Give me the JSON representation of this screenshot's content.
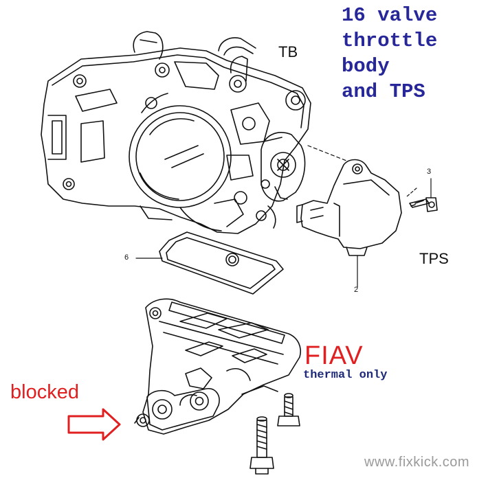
{
  "title_lines": [
    "16 valve",
    "throttle",
    "body",
    "and TPS"
  ],
  "labels": {
    "tb": "TB",
    "tps": "TPS",
    "fiav": "FIAV",
    "fiav_note": "thermal only",
    "blocked": "blocked"
  },
  "callouts": {
    "c2": "2",
    "c3": "3",
    "c6": "6"
  },
  "watermark": "www.fixkick.com",
  "colors": {
    "title": "#27279a",
    "red": "#e02020",
    "note": "#1e2a78",
    "line": "#111111",
    "watermark": "#9a9a9a"
  }
}
